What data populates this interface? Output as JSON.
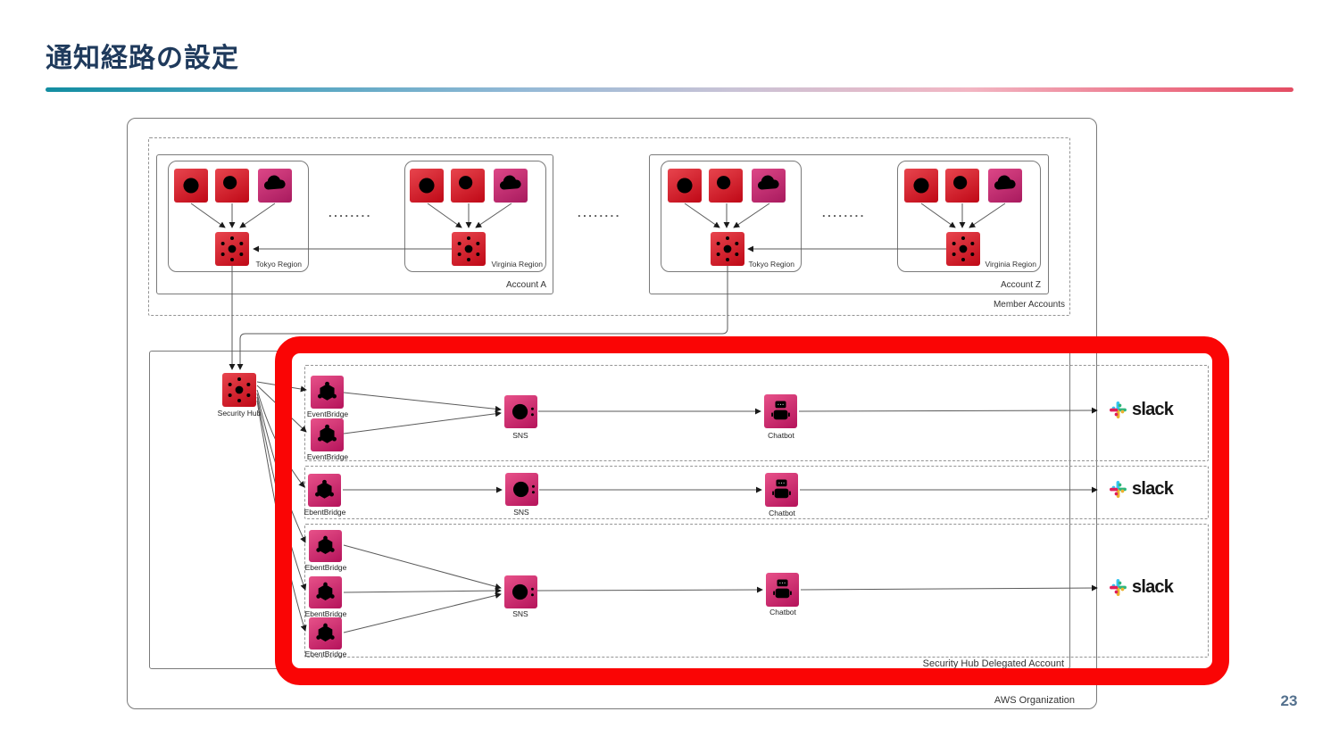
{
  "slide": {
    "title": "通知経路の設定",
    "page_number": "23",
    "colors": {
      "title": "#1f3a5c",
      "highlight_red": "#fa0505",
      "icon_red": "#bf0816",
      "icon_pink": "#b5135b",
      "slack_blue": "#36C5F0",
      "slack_green": "#2EB67D",
      "slack_yellow": "#ECB22E",
      "slack_red": "#E01E5A"
    }
  },
  "diagram": {
    "aws_organization_label": "AWS Organization",
    "member_accounts_label": "Member Accounts",
    "delegated_account_label": "Security Hub Delegated Account",
    "security_hub_label": "Security Hub",
    "ellipsis": "........",
    "accounts": [
      {
        "label": "Account A",
        "regions": [
          {
            "label": "Tokyo Region"
          },
          {
            "label": "Virginia Region"
          }
        ]
      },
      {
        "label": "Account Z",
        "regions": [
          {
            "label": "Tokyo Region"
          },
          {
            "label": "Virginia Region"
          }
        ]
      }
    ],
    "rows": [
      {
        "eventbridges": [
          "EventBridge",
          "EventBridge"
        ],
        "sns": "SNS",
        "chatbot": "Chatbot",
        "slack": "slack"
      },
      {
        "eventbridges": [
          "EbentBridge"
        ],
        "sns": "SNS",
        "chatbot": "Chatbot",
        "slack": "slack"
      },
      {
        "eventbridges": [
          "EbentBridge",
          "EbentBridge",
          "EbentBridge"
        ],
        "sns": "SNS",
        "chatbot": "Chatbot",
        "slack": "slack"
      }
    ]
  }
}
